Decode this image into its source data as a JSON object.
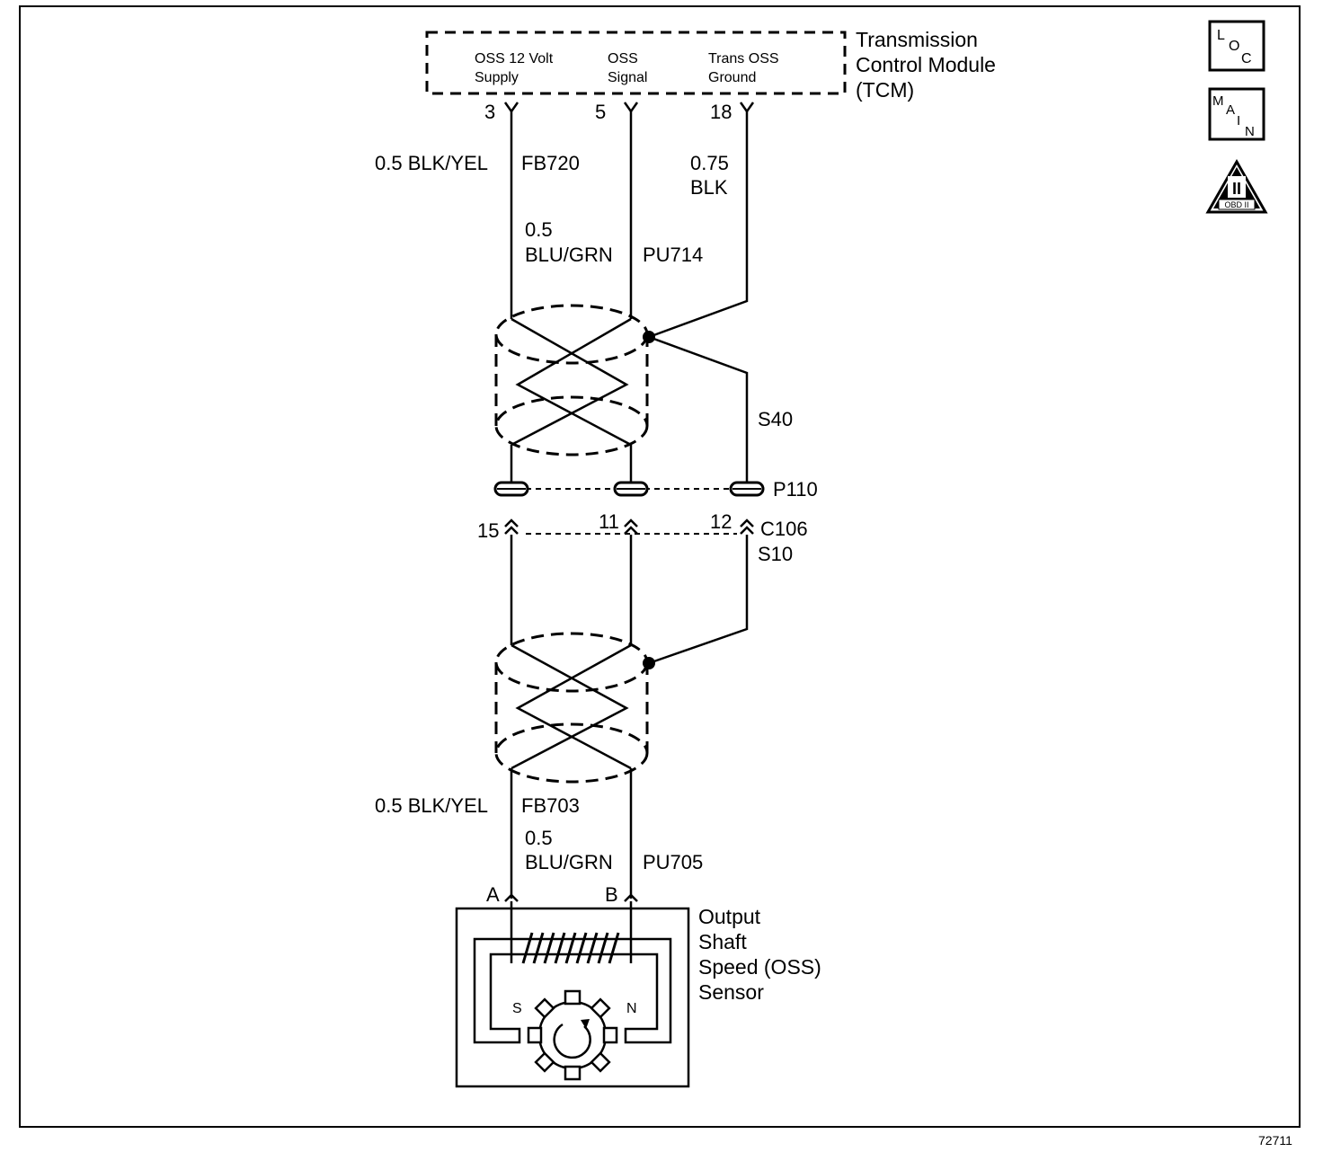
{
  "tcm": {
    "title_lines": [
      "Transmission",
      "Control Module",
      "(TCM)"
    ],
    "pins": [
      {
        "label_lines": [
          "OSS 12 Volt",
          "Supply"
        ],
        "number": "3"
      },
      {
        "label_lines": [
          "OSS",
          "Signal"
        ],
        "number": "5"
      },
      {
        "label_lines": [
          "Trans OSS",
          "Ground"
        ],
        "number": "18"
      }
    ]
  },
  "wires": {
    "supply_upper": {
      "gauge_color": "0.5 BLK/YEL",
      "circuit": "FB720"
    },
    "signal_upper": {
      "gauge": "0.5",
      "color_circuit": "BLU/GRN",
      "circuit": "PU714"
    },
    "ground_upper": {
      "gauge": "0.75",
      "color": "BLK"
    },
    "supply_lower": {
      "gauge_color": "0.5 BLK/YEL",
      "circuit": "FB703"
    },
    "signal_lower": {
      "gauge": "0.5",
      "color_circuit": "BLU/GRN",
      "circuit": "PU705"
    }
  },
  "splice_upper": "S40",
  "splice_lower": "S10",
  "pass_through": "P110",
  "connector": {
    "name": "C106",
    "pins": [
      "15",
      "11",
      "12"
    ]
  },
  "sensor": {
    "title_lines": [
      "Output",
      "Shaft",
      "Speed (OSS)",
      "Sensor"
    ],
    "pin_a": "A",
    "pin_b": "B",
    "pole_s": "S",
    "pole_n": "N"
  },
  "badges": {
    "loc": [
      "L",
      "O",
      "C"
    ],
    "main": [
      "M",
      "A",
      "I",
      "N"
    ],
    "obd": {
      "roman": "II",
      "label": "OBD II"
    }
  },
  "figure_number": "72711"
}
